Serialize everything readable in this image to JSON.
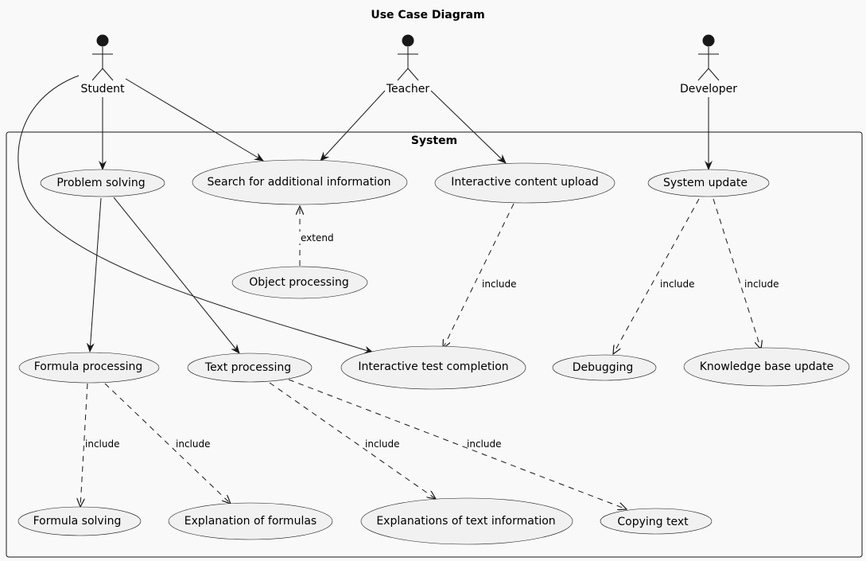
{
  "diagram": {
    "title": "Use Case Diagram",
    "system_label": "System",
    "actors": [
      {
        "id": "student",
        "name": "Student"
      },
      {
        "id": "teacher",
        "name": "Teacher"
      },
      {
        "id": "developer",
        "name": "Developer"
      }
    ],
    "use_cases": [
      {
        "id": "problem_solving",
        "label": "Problem solving"
      },
      {
        "id": "search_info",
        "label": "Search for additional information"
      },
      {
        "id": "content_upload",
        "label": "Interactive content upload"
      },
      {
        "id": "system_update",
        "label": "System update"
      },
      {
        "id": "object_processing",
        "label": "Object processing"
      },
      {
        "id": "formula_processing",
        "label": "Formula processing"
      },
      {
        "id": "text_processing",
        "label": "Text processing"
      },
      {
        "id": "test_completion",
        "label": "Interactive test completion"
      },
      {
        "id": "debugging",
        "label": "Debugging"
      },
      {
        "id": "kb_update",
        "label": "Knowledge base update"
      },
      {
        "id": "formula_solving",
        "label": "Formula solving"
      },
      {
        "id": "formula_explanation",
        "label": "Explanation of formulas"
      },
      {
        "id": "text_explanations",
        "label": "Explanations of text information"
      },
      {
        "id": "copying_text",
        "label": "Copying text"
      }
    ],
    "relations": [
      {
        "from": "student",
        "to": "problem_solving",
        "type": "association",
        "label": ""
      },
      {
        "from": "student",
        "to": "search_info",
        "type": "association",
        "label": ""
      },
      {
        "from": "student",
        "to": "test_completion",
        "type": "association",
        "label": ""
      },
      {
        "from": "teacher",
        "to": "search_info",
        "type": "association",
        "label": ""
      },
      {
        "from": "teacher",
        "to": "content_upload",
        "type": "association",
        "label": ""
      },
      {
        "from": "developer",
        "to": "system_update",
        "type": "association",
        "label": ""
      },
      {
        "from": "problem_solving",
        "to": "formula_processing",
        "type": "association",
        "label": ""
      },
      {
        "from": "problem_solving",
        "to": "text_processing",
        "type": "association",
        "label": ""
      },
      {
        "from": "object_processing",
        "to": "search_info",
        "type": "extend",
        "label": "extend"
      },
      {
        "from": "content_upload",
        "to": "test_completion",
        "type": "include",
        "label": "include"
      },
      {
        "from": "system_update",
        "to": "debugging",
        "type": "include",
        "label": "include"
      },
      {
        "from": "system_update",
        "to": "kb_update",
        "type": "include",
        "label": "include"
      },
      {
        "from": "formula_processing",
        "to": "formula_solving",
        "type": "include",
        "label": "include"
      },
      {
        "from": "formula_processing",
        "to": "formula_explanation",
        "type": "include",
        "label": "include"
      },
      {
        "from": "text_processing",
        "to": "text_explanations",
        "type": "include",
        "label": "include"
      },
      {
        "from": "text_processing",
        "to": "copying_text",
        "type": "include",
        "label": "include"
      }
    ],
    "colors": {
      "background": "#f9f9f9",
      "ellipse_fill": "#f1f1f1",
      "stroke": "#181818",
      "actor_head": "#181818",
      "text": "#000000"
    }
  }
}
